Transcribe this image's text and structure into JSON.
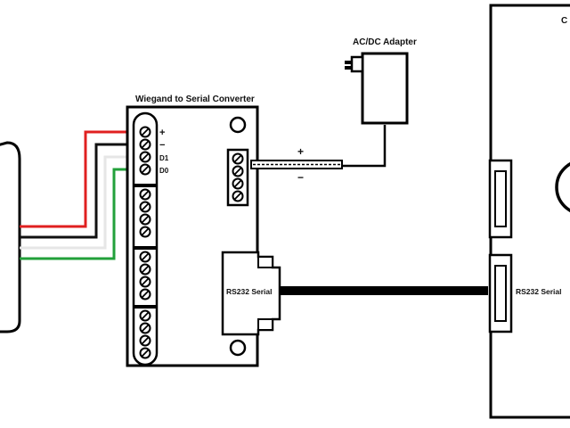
{
  "labels": {
    "converter_title": "Wiegand to Serial Converter",
    "adapter_title": "AC/DC Adapter",
    "rs232_left": "RS232 Serial",
    "rs232_right": "RS232 Serial",
    "terminal_plus": "+",
    "terminal_minus": "−",
    "terminal_d1": "D1",
    "terminal_d0": "D0",
    "power_plus": "+",
    "power_minus": "−",
    "right_device_clip": "C"
  },
  "wire_colors": {
    "red": "#e02020",
    "black": "#111111",
    "white": "#e6e6e6",
    "green": "#22a03a"
  }
}
